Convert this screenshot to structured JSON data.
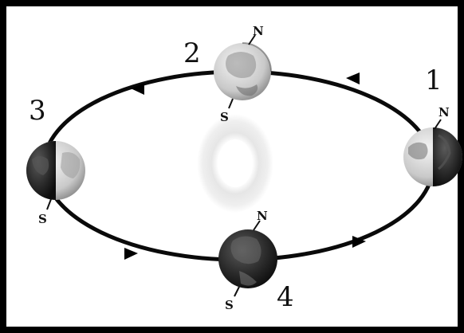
{
  "positions": [
    {
      "id": "1",
      "label": "1",
      "north": "N",
      "south": ""
    },
    {
      "id": "2",
      "label": "2",
      "north": "N",
      "south": "S"
    },
    {
      "id": "3",
      "label": "3",
      "north": "",
      "south": "S"
    },
    {
      "id": "4",
      "label": "4",
      "north": "N",
      "south": "S"
    }
  ],
  "colors": {
    "frame": "#000000",
    "background": "#ffffff",
    "orbit": "#0a0a0a",
    "sun_ring": "#e2e2e2",
    "earth_dark": "#1e1e1e",
    "earth_light": "#dcdcdc"
  }
}
